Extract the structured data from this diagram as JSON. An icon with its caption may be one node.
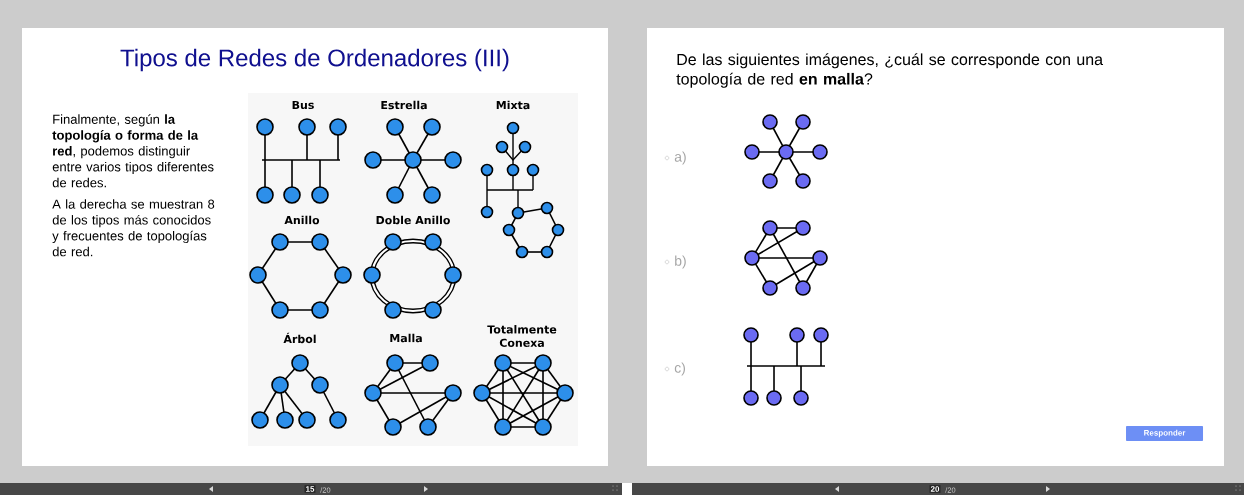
{
  "diagram": {
    "title": "Tipos de Redes de Ordenadores (III)",
    "labels": [
      "Finalmente, según **la topología o forma de la red**, podemos distinguir entre varios tipos diferentes de redes.",
      "A la derecha se muestran  8 de los tipos más conocidos y frecuentes de topologías de red.",
      "Bus",
      "Estrella",
      "Mixta",
      "Anillo",
      "Doble Anillo",
      "Árbol",
      "Malla",
      "Totalmente Conexa",
      "De las siguientes imágenes, ¿cuál se corresponde con una topología de red **en malla**?",
      "a)",
      "b)",
      "c)",
      "Responder",
      "15",
      "/20",
      "20",
      "/20"
    ]
  }
}
